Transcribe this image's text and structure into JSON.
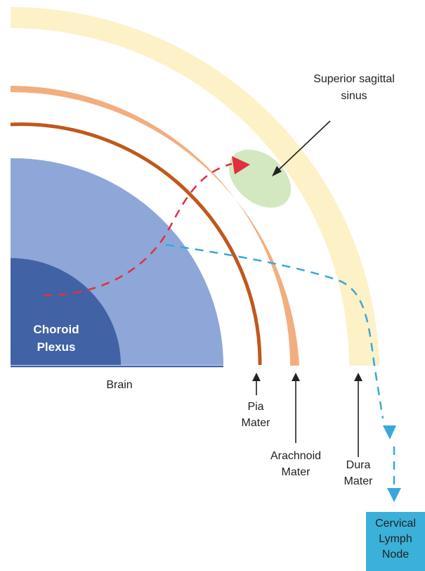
{
  "labels": {
    "choroid_plexus_line1": "Choroid",
    "choroid_plexus_line2": "Plexus",
    "brain": "Brain",
    "pia_mater_line1": "Pia",
    "pia_mater_line2": "Mater",
    "arachnoid_mater_line1": "Arachnoid",
    "arachnoid_mater_line2": "Mater",
    "dura_mater_line1": "Dura",
    "dura_mater_line2": "Mater",
    "superior_sagittal_sinus_line1": "Superior sagittal",
    "superior_sagittal_sinus_line2": "sinus",
    "cervical_lymph_node_line1": "Cervical",
    "cervical_lymph_node_line2": "Lymph",
    "cervical_lymph_node_line3": "Node"
  },
  "colors": {
    "dura": "#fdf1c8",
    "arachnoid": "#f2ae7e",
    "pia": "#c0581c",
    "brain": "#8fa6d8",
    "choroid_plexus": "#4262a6",
    "sinus": "#d3e8c0",
    "red_pathway": "#e03040",
    "blue_pathway": "#38a8dc",
    "lymph_node": "#3bb0d8"
  }
}
